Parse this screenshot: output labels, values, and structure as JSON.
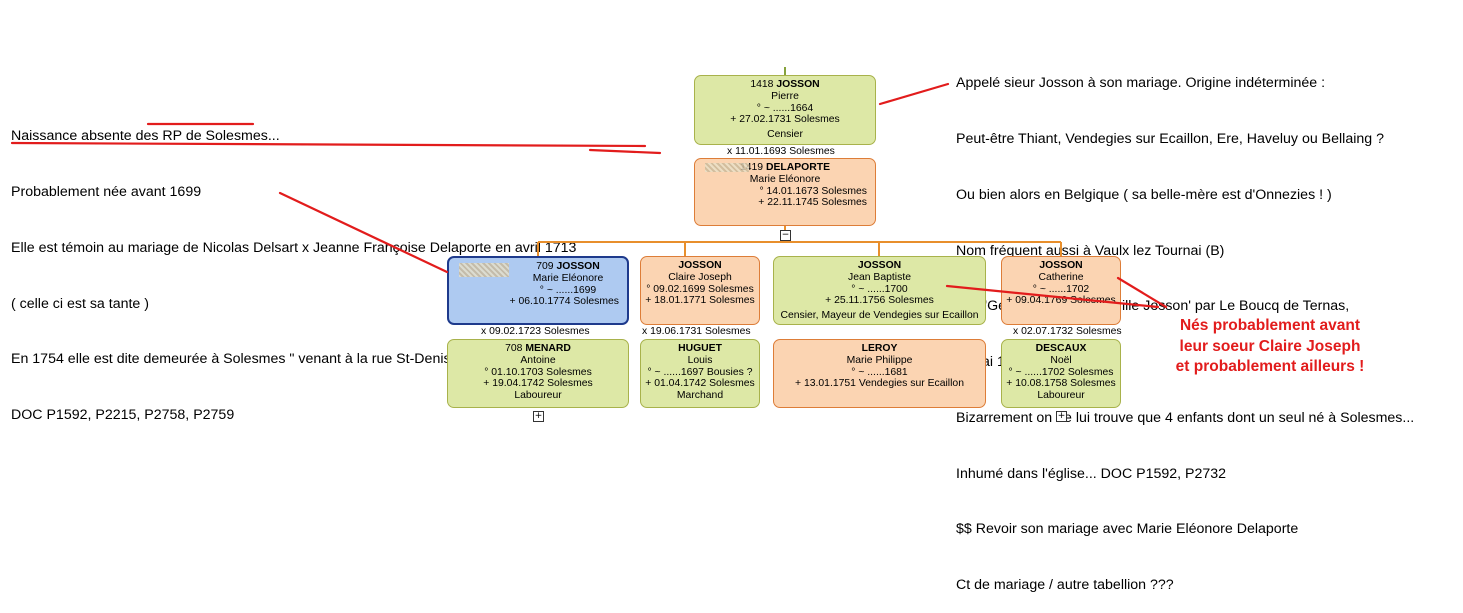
{
  "left_note": [
    "Naissance absente des RP de Solesmes...",
    "Probablement née avant 1699",
    "Elle est témoin au mariage de Nicolas Delsart x Jeanne Françoise Delaporte en avril 1713",
    "( celle ci est sa tante )",
    "En 1754 elle est dite demeurée à Solesmes \" venant à la rue St-Denis \"",
    "DOC P1592, P2215, P2758, P2759"
  ],
  "right_note": [
    "Appelé sieur Josson à son mariage. Origine indéterminée :",
    "Peut-être Thiant, Vendegies sur Ecaillon, Ere, Haveluy ou Bellaing ?",
    "Ou bien alors en Belgique ( sa belle-mère est d'Onnezies ! )",
    "Nom fréquent aussi à Vaulx lez Tournai (B)",
    "Voir 'Généalogie de la famille Josson' par Le Boucq de Ternas,",
    "Douai 1879 ( aux ADN )",
    "Bizarrement on ne lui trouve que 4 enfants dont un seul né à Solesmes...",
    "Inhumé dans l'église... DOC P1592, P2732",
    "$$ Revoir son mariage avec Marie Eléonore Delaporte",
    "Ct de mariage / autre tabellion ???"
  ],
  "red_note": [
    "Nés probablement avant",
    "leur soeur Claire Joseph",
    "et probablement ailleurs !"
  ],
  "parents": {
    "father": {
      "num": "1418",
      "surname": "JOSSON",
      "first": "Pierre",
      "birth": "° ~ ......1664",
      "death": "+ 27.02.1731 Solesmes",
      "job": "Censier"
    },
    "marriage": "x 11.01.1693 Solesmes",
    "mother": {
      "num": "1419",
      "surname": "DELAPORTE",
      "first": "Marie Eléonore",
      "birth": "° 14.01.1673 Solesmes",
      "death": "+ 22.11.1745 Solesmes"
    }
  },
  "children": [
    {
      "num": "709",
      "surname": "JOSSON",
      "first": "Marie Eléonore",
      "birth": "° ~ ......1699",
      "death": "+ 06.10.1774 Solesmes",
      "marriage": "x 09.02.1723 Solesmes",
      "spouse": {
        "num": "708",
        "surname": "MENARD",
        "first": "Antoine",
        "birth": "° 01.10.1703 Solesmes",
        "death": "+ 19.04.1742 Solesmes",
        "job": "Laboureur"
      }
    },
    {
      "surname": "JOSSON",
      "first": "Claire Joseph",
      "birth": "° 09.02.1699 Solesmes",
      "death": "+ 18.01.1771 Solesmes",
      "marriage": "x 19.06.1731 Solesmes",
      "spouse": {
        "surname": "HUGUET",
        "first": "Louis",
        "birth": "° ~ ......1697 Bousies ?",
        "death": "+ 01.04.1742 Solesmes",
        "job": "Marchand"
      }
    },
    {
      "surname": "JOSSON",
      "first": "Jean Baptiste",
      "birth": "° ~ ......1700",
      "death": "+ 25.11.1756 Solesmes",
      "job": "Censier, Mayeur de Vendegies sur Ecaillon",
      "spouse": {
        "surname": "LEROY",
        "first": "Marie Philippe",
        "birth": "° ~ ......1681",
        "death": "+ 13.01.1751 Vendegies sur Ecaillon"
      }
    },
    {
      "surname": "JOSSON",
      "first": "Catherine",
      "birth": "° ~ ......1702",
      "death": "+ 09.04.1769 Solesmes",
      "marriage": "x 02.07.1732 Solesmes",
      "spouse": {
        "surname": "DESCAUX",
        "first": "Noël",
        "birth": "° ~ ......1702 Solesmes",
        "death": "+ 10.08.1758 Solesmes",
        "job": "Laboureur"
      }
    }
  ],
  "icons": {
    "minus": "−",
    "plus": "+"
  }
}
